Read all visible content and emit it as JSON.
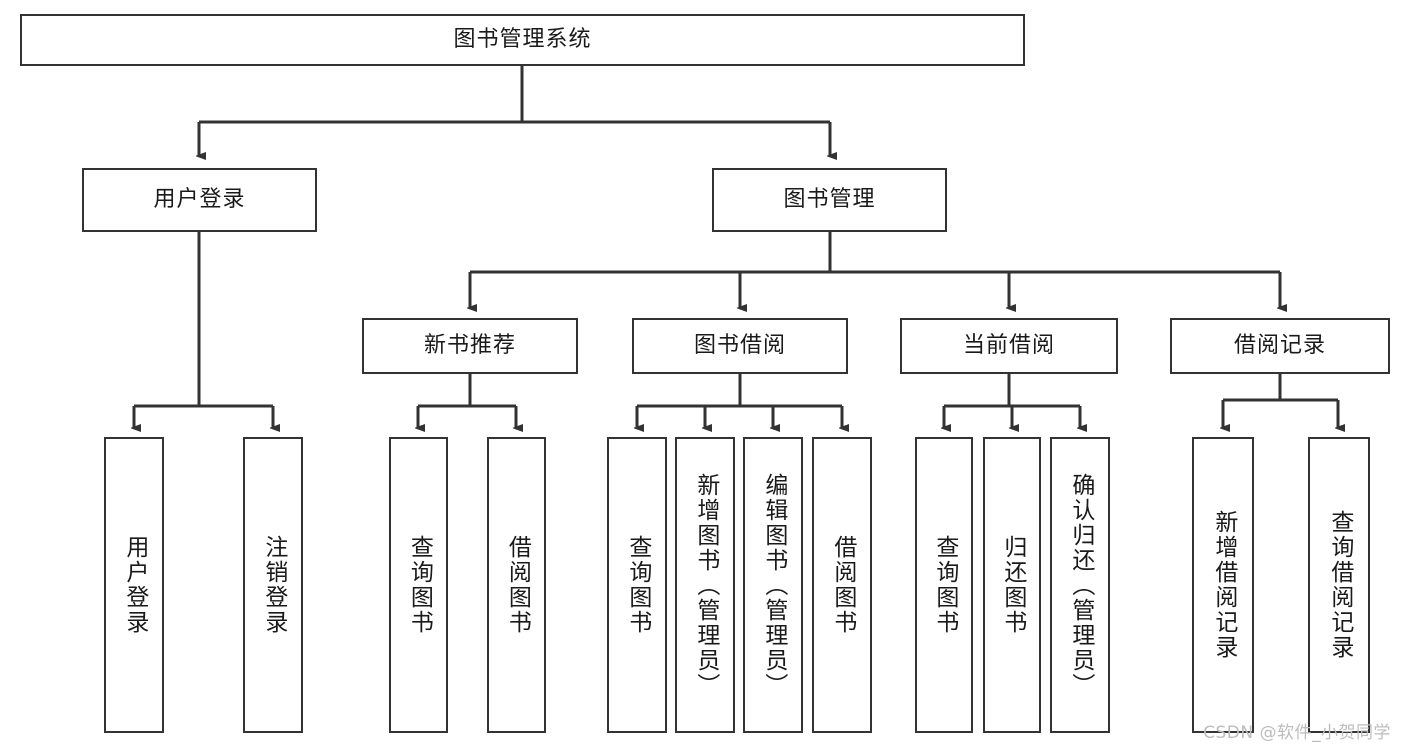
{
  "diagram": {
    "type": "tree-hierarchy",
    "title": "图书管理系统",
    "watermark": "CSDN @软件_小贺同学",
    "colors": {
      "box_border": "#333333",
      "box_fill": "#ffffff",
      "connector": "#333333",
      "text": "#1a1a1a",
      "watermark": "#bdbdbd",
      "background": "#ffffff"
    },
    "levels": {
      "level0": [
        {
          "id": "root",
          "label": "图书管理系统",
          "orientation": "horizontal"
        }
      ],
      "level1": [
        {
          "id": "login",
          "label": "用户登录",
          "orientation": "horizontal",
          "parent": "root"
        },
        {
          "id": "bookmgmt",
          "label": "图书管理",
          "orientation": "horizontal",
          "parent": "root"
        }
      ],
      "level2": [
        {
          "id": "newbook",
          "label": "新书推荐",
          "orientation": "horizontal",
          "parent": "bookmgmt"
        },
        {
          "id": "borrow",
          "label": "图书借阅",
          "orientation": "horizontal",
          "parent": "bookmgmt"
        },
        {
          "id": "current",
          "label": "当前借阅",
          "orientation": "horizontal",
          "parent": "bookmgmt"
        },
        {
          "id": "record",
          "label": "借阅记录",
          "orientation": "horizontal",
          "parent": "bookmgmt"
        }
      ],
      "level3": [
        {
          "id": "leaf-1",
          "label": "用户登录",
          "orientation": "vertical",
          "parent": "login"
        },
        {
          "id": "leaf-2",
          "label": "注销登录",
          "orientation": "vertical",
          "parent": "login"
        },
        {
          "id": "leaf-3",
          "label": "查询图书",
          "orientation": "vertical",
          "parent": "newbook"
        },
        {
          "id": "leaf-4",
          "label": "借阅图书",
          "orientation": "vertical",
          "parent": "newbook"
        },
        {
          "id": "leaf-5",
          "label": "查询图书",
          "orientation": "vertical",
          "parent": "borrow"
        },
        {
          "id": "leaf-6",
          "label": "新增图书（管理员）",
          "orientation": "vertical",
          "parent": "borrow"
        },
        {
          "id": "leaf-7",
          "label": "编辑图书（管理员）",
          "orientation": "vertical",
          "parent": "borrow"
        },
        {
          "id": "leaf-8",
          "label": "借阅图书",
          "orientation": "vertical",
          "parent": "borrow"
        },
        {
          "id": "leaf-9",
          "label": "查询图书",
          "orientation": "vertical",
          "parent": "current"
        },
        {
          "id": "leaf-10",
          "label": "归还图书",
          "orientation": "vertical",
          "parent": "current"
        },
        {
          "id": "leaf-11",
          "label": "确认归还（管理员）",
          "orientation": "vertical",
          "parent": "current"
        },
        {
          "id": "leaf-12",
          "label": "新增借阅记录",
          "orientation": "vertical",
          "parent": "record"
        },
        {
          "id": "leaf-13",
          "label": "查询借阅记录",
          "orientation": "vertical",
          "parent": "record"
        }
      ]
    }
  }
}
